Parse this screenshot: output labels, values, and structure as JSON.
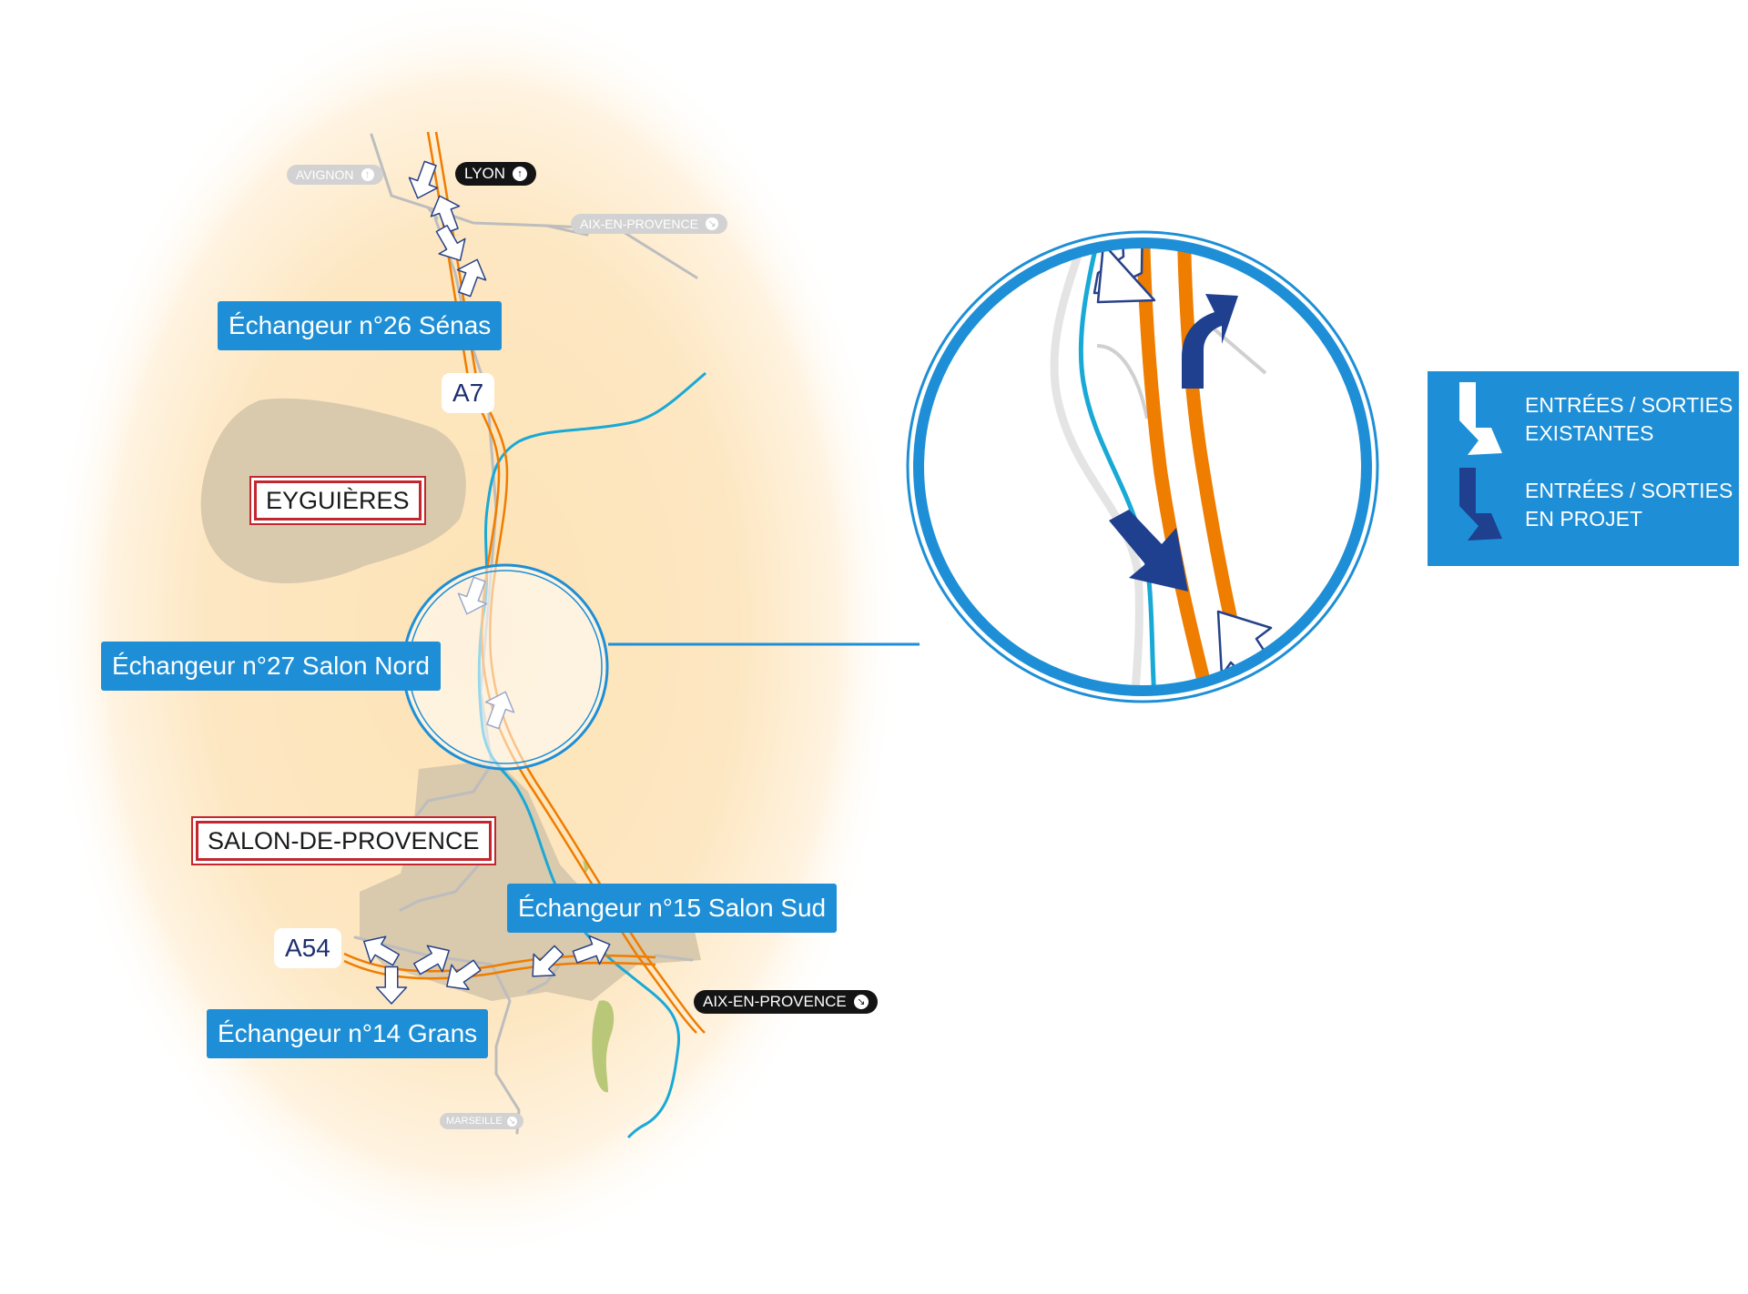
{
  "roads": {
    "a7": "A7",
    "a54": "A54"
  },
  "interchanges": {
    "senas": "Échangeur n°26 Sénas",
    "salon_nord": "Échangeur n°27 Salon Nord",
    "salon_sud": "Échangeur n°15 Salon Sud",
    "grans": "Échangeur n°14 Grans"
  },
  "towns": {
    "eyguieres": "EYGUIÈRES",
    "salon": "SALON-DE-PROVENCE"
  },
  "direction_signs": {
    "avignon": "AVIGNON",
    "lyon": "LYON",
    "aix_top": "AIX-EN-PROVENCE",
    "aix_bottom": "AIX-EN-PROVENCE",
    "marseille": "MARSEILLE"
  },
  "sign_icons": {
    "avignon": "arrow-up-icon",
    "lyon": "arrow-up-icon",
    "aix_top": "arrow-down-right-icon",
    "aix_bottom": "arrow-down-right-icon",
    "marseille": "arrow-down-right-icon"
  },
  "legend": {
    "existing": "ENTRÉES / SORTIES\nEXISTANTES",
    "planned": "ENTRÉES / SORTIES\nEN PROJET"
  },
  "colors": {
    "label_blue": "#1e8fd6",
    "motorway_orange": "#ef7d00",
    "river_cyan": "#19a9d6",
    "planned_arrow_navy": "#1f3f8f",
    "existing_arrow_outline": "#27428a",
    "town_border_red": "#c4262e",
    "urban_area": "#d9c9ad",
    "halo_peach": "#fde3b6"
  }
}
